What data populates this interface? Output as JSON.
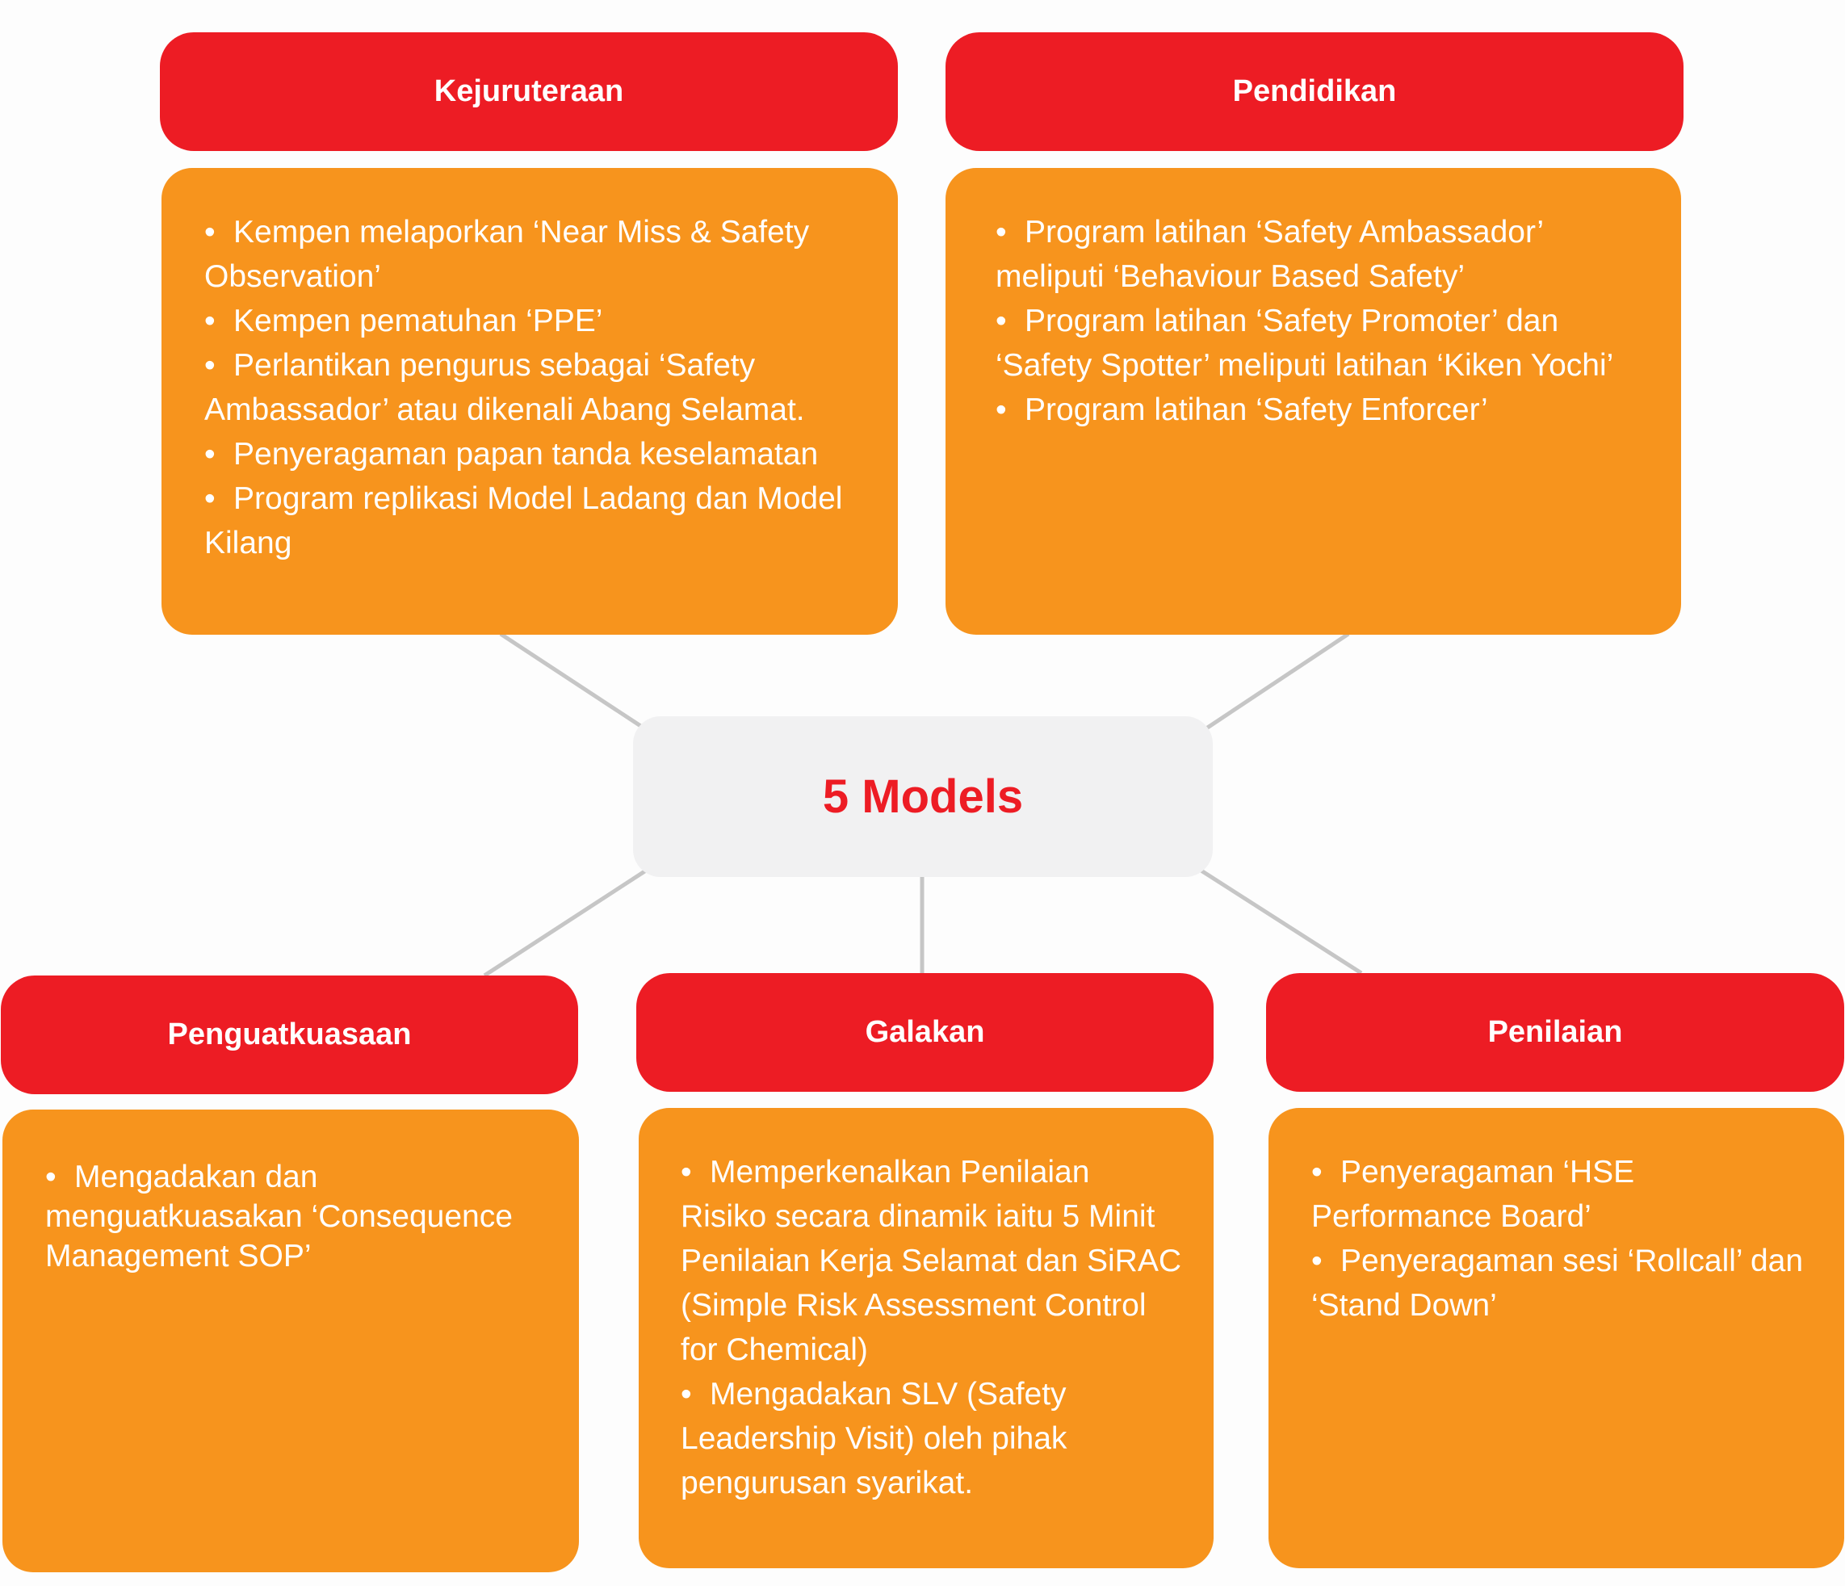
{
  "center": {
    "label": "5 Models"
  },
  "models": [
    {
      "title": "Kejuruteraan",
      "items": [
        "Kempen melaporkan ‘Near Miss & Safety Observation’",
        "Kempen pematuhan ‘PPE’",
        "Perlantikan pengurus sebagai ‘Safety Ambassador’ atau dikenali Abang Selamat.",
        "Penyeragaman papan tanda keselamatan",
        "Program replikasi Model Ladang dan Model Kilang"
      ]
    },
    {
      "title": "Pendidikan",
      "items": [
        "Program latihan ‘Safety Ambassador’ meliputi ‘Behaviour Based Safety’",
        "Program latihan ‘Safety Promoter’ dan ‘Safety Spotter’ meliputi latihan ‘Kiken Yochi’",
        "Program latihan ‘Safety Enforcer’"
      ]
    },
    {
      "title": "Penguatkuasaan",
      "items": [
        "Mengadakan dan menguatkuasakan ‘Consequence Management SOP’"
      ]
    },
    {
      "title": "Galakan",
      "items": [
        "Memperkenalkan Penilaian Risiko secara dinamik iaitu 5 Minit Penilaian Kerja Selamat dan SiRAC (Simple Risk Assessment Control for Chemical)",
        "Mengadakan SLV (Safety Leadership Visit) oleh pihak pengurusan syarikat."
      ]
    },
    {
      "title": "Penilaian",
      "items": [
        "Penyeragaman ‘HSE Performance Board’",
        "Penyeragaman sesi ‘Rollcall’ dan ‘Stand Down’"
      ]
    }
  ],
  "colors": {
    "header": "#ed1c24",
    "panel": "#f7941d",
    "center_fill": "#f1f1f2",
    "center_text": "#ed1c24",
    "connector": "#c6c6c6"
  }
}
